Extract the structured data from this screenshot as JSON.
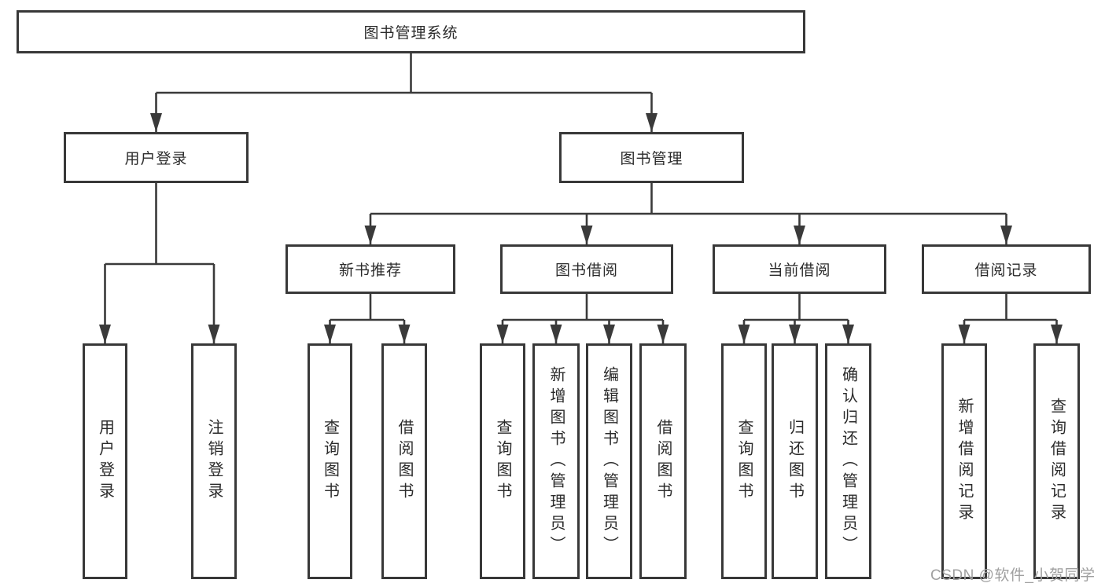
{
  "diagram": {
    "title": "图书管理系统",
    "root": {
      "label": "图书管理系统"
    },
    "level2": [
      {
        "label": "用户登录"
      },
      {
        "label": "图书管理"
      }
    ],
    "level3": [
      {
        "label": "新书推荐"
      },
      {
        "label": "图书借阅"
      },
      {
        "label": "当前借阅"
      },
      {
        "label": "借阅记录"
      }
    ],
    "leaves": [
      {
        "label": "用户登录"
      },
      {
        "label": "注销登录"
      },
      {
        "label": "查询图书"
      },
      {
        "label": "借阅图书"
      },
      {
        "label": "查询图书"
      },
      {
        "label": "新增图书（管理员）"
      },
      {
        "label": "编辑图书（管理员）"
      },
      {
        "label": "借阅图书"
      },
      {
        "label": "查询图书"
      },
      {
        "label": "归还图书"
      },
      {
        "label": "确认归还（管理员）"
      },
      {
        "label": "新增借阅记录"
      },
      {
        "label": "查询借阅记录"
      }
    ]
  },
  "watermark": {
    "text": "CSDN @软件_小贺同学"
  },
  "colors": {
    "background": "#ffffff",
    "line": "#3a3a3a",
    "box_border": "#383838",
    "text": "#2b2b2b",
    "watermark": "#a0a0a0"
  }
}
